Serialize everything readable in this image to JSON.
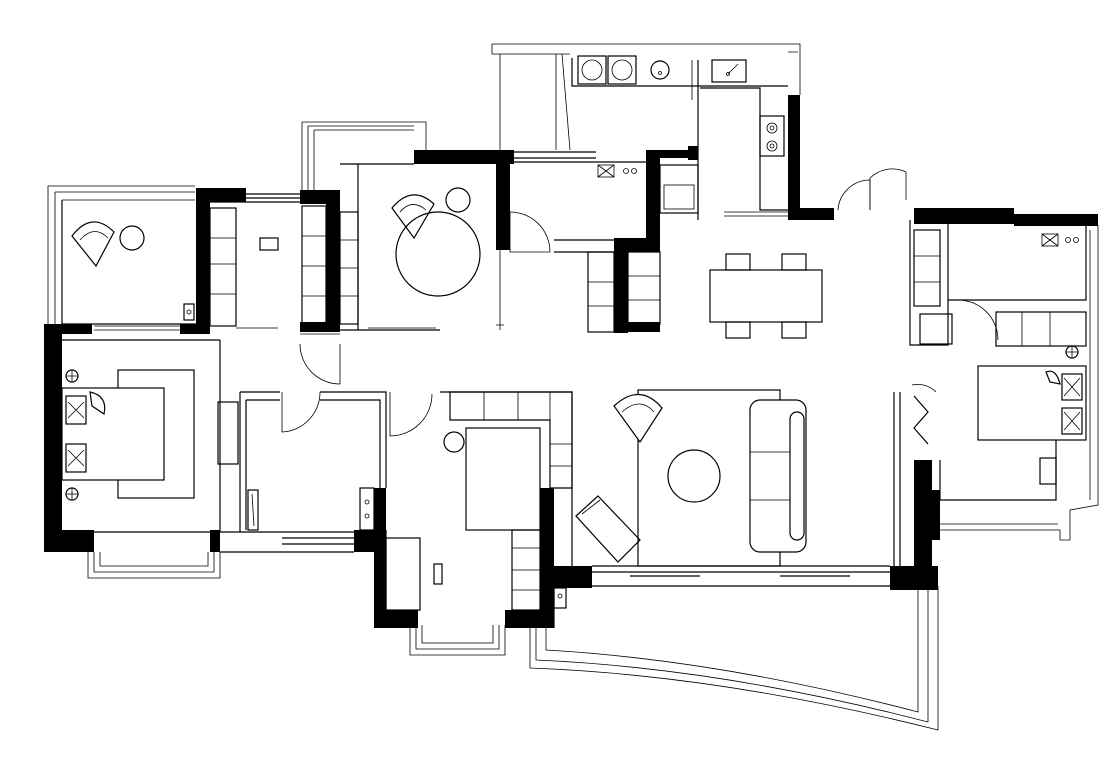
{
  "plan": {
    "rooms": [
      {
        "id": "bedroom-west",
        "kind": "bedroom"
      },
      {
        "id": "bedroom-east",
        "kind": "bedroom"
      },
      {
        "id": "living-room",
        "kind": "living"
      },
      {
        "id": "dining-area",
        "kind": "dining"
      },
      {
        "id": "kitchen",
        "kind": "kitchen"
      },
      {
        "id": "study-northwest",
        "kind": "lounge"
      },
      {
        "id": "study-north",
        "kind": "lounge"
      },
      {
        "id": "study-south",
        "kind": "study"
      },
      {
        "id": "bathroom",
        "kind": "bathroom"
      },
      {
        "id": "south-balcony",
        "kind": "balcony"
      }
    ],
    "line_color": "#000000",
    "background": "#ffffff"
  }
}
